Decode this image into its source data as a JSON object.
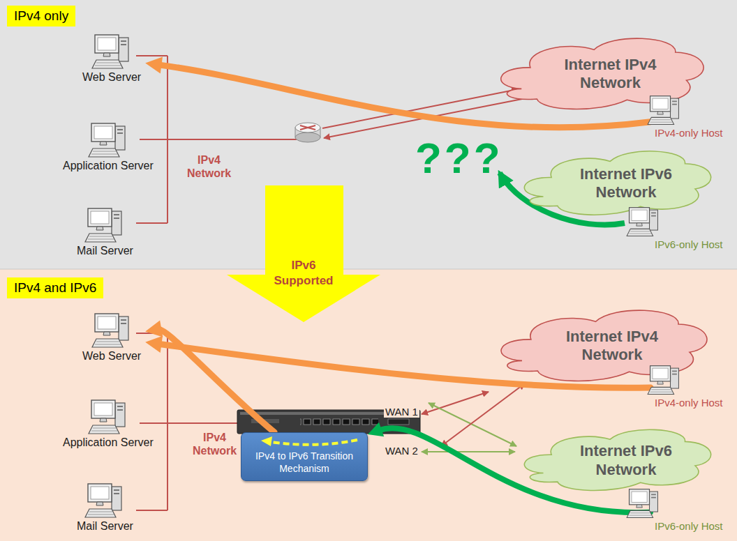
{
  "diagram": {
    "nodes": [
      {
        "text": [
          "IPv4 only"
        ]
      },
      {
        "text": [
          "Web Server"
        ]
      },
      {
        "text": [
          "Internet IPv4 Network"
        ]
      },
      {
        "text": [
          "IPv4-only Host"
        ]
      },
      {
        "text": [
          "Application Server"
        ]
      },
      {
        "text": [
          "Internet IPv6 Network"
        ]
      },
      {
        "text": [
          "Mail Server"
        ]
      },
      {
        "text": [
          "IPv6-only Host"
        ]
      },
      {
        "text": [
          "IPv6 Supported"
        ]
      },
      {
        "text": [
          "IPv4 and IPv6"
        ]
      },
      {
        "text": [
          "Web Server"
        ]
      },
      {
        "text": [
          "Internet IPv4 Network"
        ]
      },
      {
        "text": [
          "IPv4-only Host"
        ]
      },
      {
        "text": [
          "Application Server"
        ]
      },
      {
        "text": [
          "IPv4 to IPv6 Transition Mechanism"
        ]
      },
      {
        "text": [
          "Internet IPv6 Network"
        ]
      },
      {
        "text": [
          "Mail Server"
        ]
      },
      {
        "text": [
          "IPv6-only Host"
        ]
      }
    ],
    "edges": [
      {
        "from": 3,
        "to": 1,
        "arrow": "to"
      },
      {
        "from": 12,
        "to": 10,
        "arrow": "to"
      },
      {
        "from": 17,
        "to": 14,
        "arrow": "to"
      },
      {
        "from": 14,
        "to": 10,
        "arrow": "to"
      }
    ],
    "labels": [
      "???",
      "IPv4 Network",
      "IPv4 Network",
      "WAN 1",
      "WAN 2"
    ]
  }
}
